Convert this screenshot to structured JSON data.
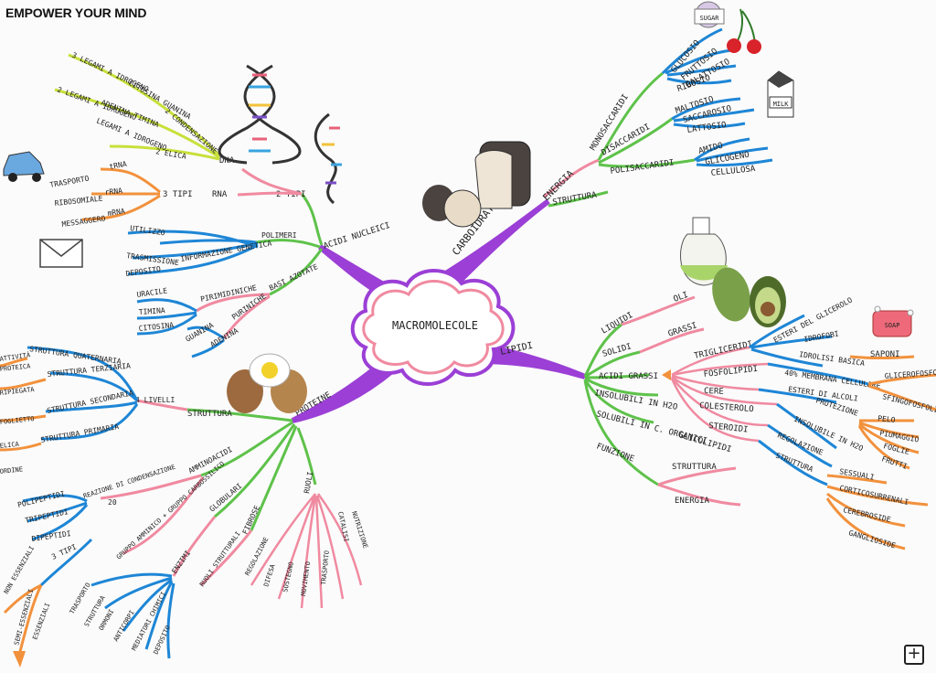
{
  "brand": "EMPOWER YOUR MIND",
  "center": "MACROMOLECOLE",
  "carboidrati": {
    "title": "CARBOIDRATI",
    "energia": "ENERGIA",
    "struttura": "STRUTTURA",
    "monosaccaridi": "MONOSACCARIDI",
    "mono_items": [
      "GLUCOSIO",
      "FRUTTOSIO",
      "GALATTOSIO",
      "RIBOSIO"
    ],
    "disaccaridi": "DISACCARIDI",
    "di_items": [
      "MALTOSIO",
      "SACCAROSIO",
      "LATTOSIO"
    ],
    "polisaccaridi": "POLISACCARIDI",
    "poli_items": [
      "AMIDO",
      "GLICOGENO",
      "CELLULOSA"
    ],
    "sugar_label": "SUGAR",
    "milk_label": "MILK"
  },
  "acidi": {
    "title": "ACIDI NUCLEICI",
    "due_tipi": "2 TIPI",
    "dna": "DNA",
    "dna_items": [
      "3 LEGAMI A IDROGENO",
      "CITOSINA GUANINA",
      "2 CONDENSAZIONE",
      "2 LEGAMI A IDROGENO",
      "ADENINA TIMINA",
      "LEGAMI A IDROGENO",
      "2 ELICA"
    ],
    "rna": "RNA",
    "tre_tipi": "3 TIPI",
    "rna_items": [
      "TRASPORTO",
      "tRNA",
      "RIBOSOMIALE",
      "rRNA",
      "MESSAGGERO",
      "mRNA"
    ],
    "polimeri": "POLIMERI",
    "polimeri_items": [
      "UTILIZZO",
      "INFORMAZIONE GENETICA",
      "TRASMISSIONE",
      "DEPOSITO"
    ],
    "basi": "BASI AZOTATE",
    "pirimidiniche": "PIRIMIDINICHE",
    "pirim_items": [
      "URACILE",
      "TIMINA",
      "CITOSINA"
    ],
    "puriniche": "PURINICHE",
    "purin_items": [
      "GUANINA",
      "ADENINA"
    ]
  },
  "proteine": {
    "title": "PROTEINE",
    "struttura": "STRUTTURA",
    "livelli": "4 LIVELLI",
    "livelli_items": [
      "STRUTTURA QUATERNARIA",
      "STRUTTURA TERZIARIA",
      "STRUTTURA SECONDARIA",
      "STRUTTURA PRIMARIA"
    ],
    "side_items": [
      "ATTIVITÀ",
      "PROTEICA",
      "RIPIEGATA",
      "FOGLIETTO",
      "ELICA",
      "ORDINE"
    ],
    "amminoacidi": "AMMINOACIDI",
    "condensazione": "REAZIONE DI CONDENSAZIONE",
    "venti": "20",
    "peptidi": [
      "POLIPEPTIDI",
      "TRIPEPTIDI",
      "DIPEPTIDI"
    ],
    "gruppo": "GRUPPO AMMINICO + GRUPPO CARBOSSILICO",
    "tre_tipi": "3 TIPI",
    "tipi_items": [
      "NON ESSENZIALI",
      "SEMI-ESSENZIALI",
      "ESSENZIALI"
    ],
    "globulari": "GLOBULARI",
    "enzimi": "ENZIMI",
    "enzimi_items": [
      "TRASPORTO",
      "STRUTTURA",
      "ORMONI",
      "ANTICORPI",
      "MEDIATORI CHIMICI",
      "DEPOSITO"
    ],
    "fibrose": "FIBROSE",
    "ruoli_strutturali": "RUOLI STRUTTURALI",
    "ruoli": "RUOLI",
    "ruoli_items": [
      "REGOLAZIONE",
      "DIFESA",
      "SOSTEGNO",
      "MOVIMENTO",
      "TRASPORTO",
      "CATALISI",
      "NUTRIZIONE"
    ]
  },
  "lipidi": {
    "title": "LIPIDI",
    "liquidi": "LIQUIDI",
    "oli": "OLI",
    "solidi": "SOLIDI",
    "grassi": "GRASSI",
    "acidi_grassi": "ACIDI GRASSI",
    "insolubili": "INSOLUBILI IN H2O",
    "solubili": "SOLUBILI IN C. ORGANICI",
    "funzione": "FUNZIONE",
    "funzione_items": [
      "STRUTTURA",
      "ENERGIA"
    ],
    "branches": [
      "TRIGLICERIDI",
      "FOSFOLIPIDI",
      "CERE",
      "COLESTEROLO",
      "STEROIDI",
      "GLICOLIPIDI"
    ],
    "esteri": "ESTERI DEL GLICEROLO",
    "idrofobi": "IDROFOBI",
    "idrolisi": "IDROLISI BASICA",
    "saponi": "SAPONI",
    "membrana": "40% MEMBRANA CELLULARE",
    "esteri_alcoli": "ESTERI DI ALCOLI",
    "protezione": "PROTEZIONE",
    "cere_items": [
      "GLICEROFOSFOLIPIDI",
      "SFINGOFOSFOLIPIDI",
      "PELO",
      "PIUMAGGIO",
      "FOGLIE",
      "FRUTTI"
    ],
    "insolubile_h2o": "INSOLUBILE IN H2O",
    "regolazione": "REGOLAZIONE",
    "struttura": "STRUTTURA",
    "glico_items": [
      "SESSUALI",
      "CORTICOSURRENALI",
      "CEREBROSIDE",
      "GANGLIOSIDE"
    ],
    "soap_label": "SOAP"
  },
  "colors": {
    "purple": "#9b3fd6",
    "pink": "#f08aa0",
    "green": "#5ec24a",
    "blue": "#1e86d6",
    "orange": "#f2913c",
    "lime": "#c8e03a"
  }
}
